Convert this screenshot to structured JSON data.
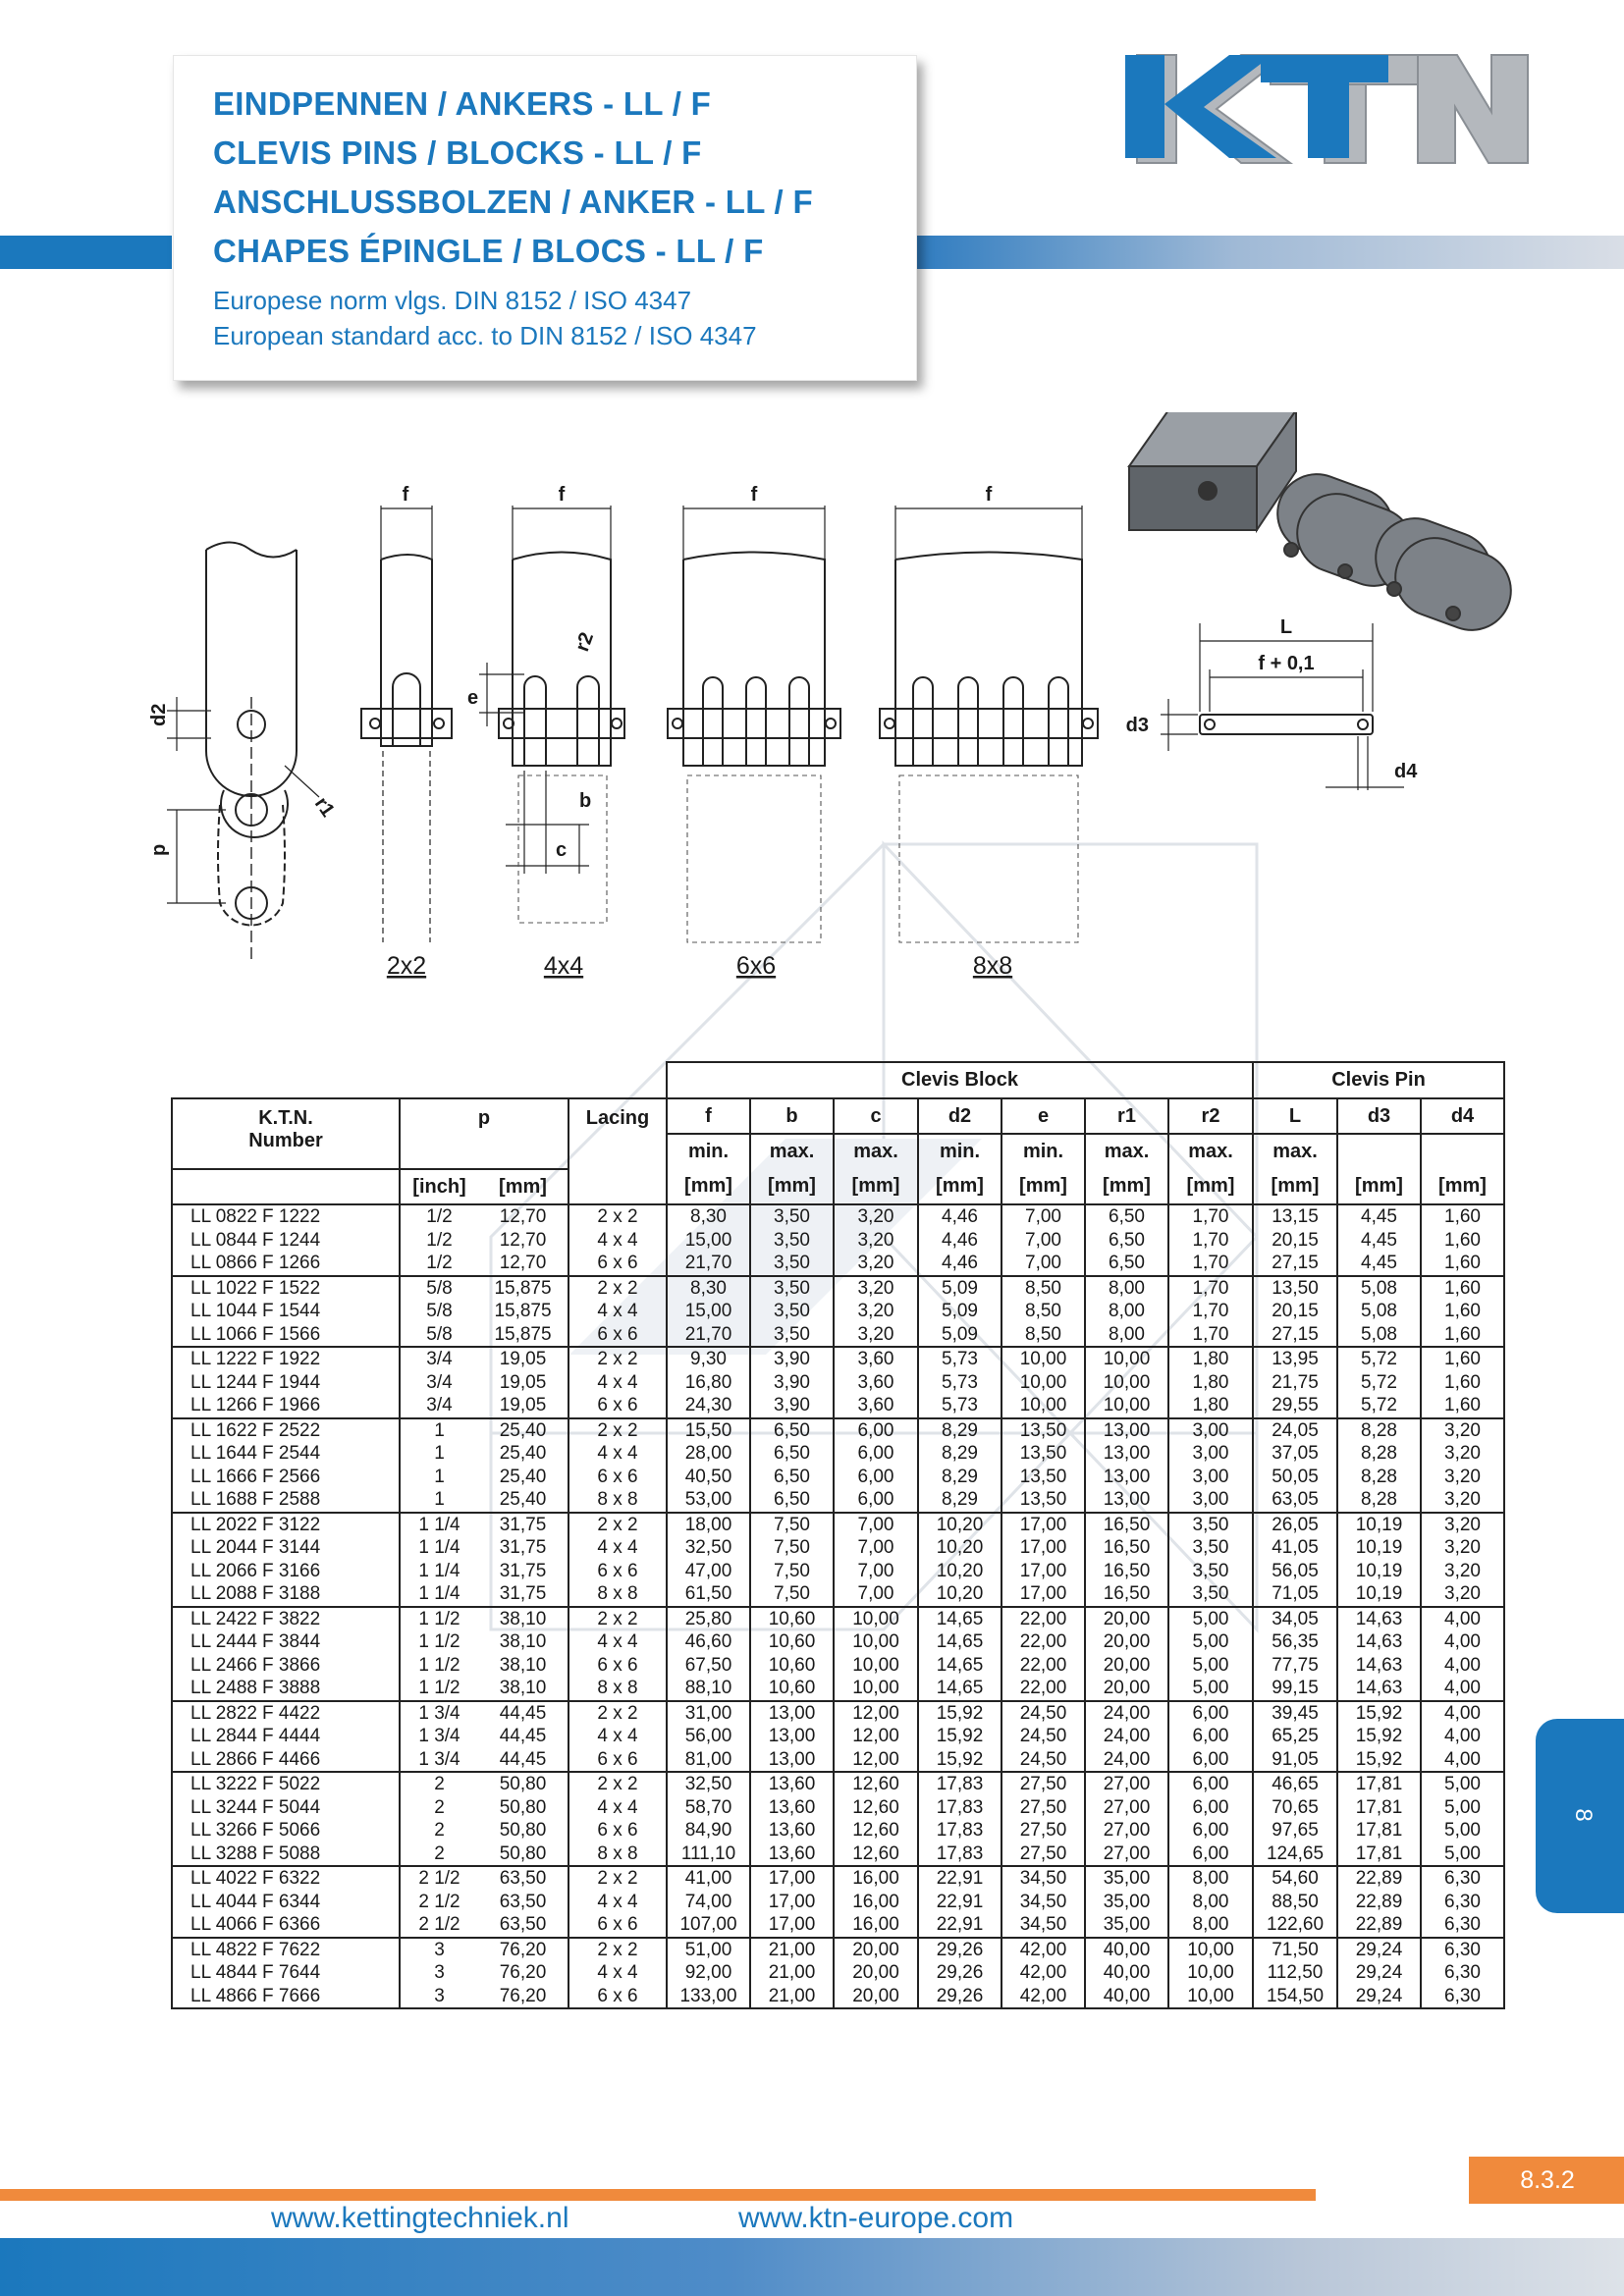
{
  "header": {
    "titles": [
      "EINDPENNEN / ANKERS - LL / F",
      "CLEVIS PINS / BLOCKS - LL / F",
      "ANSCHLUSSBOLZEN / ANKER - LL / F",
      "CHAPES ÉPINGLE / BLOCS - LL / F"
    ],
    "subtitles": [
      "Europese norm vlgs. DIN 8152 / ISO 4347",
      "European standard acc. to DIN 8152 / ISO 4347"
    ]
  },
  "logo": {
    "text": "KTN",
    "color_main": "#1b78bd",
    "color_secondary": "#b4b8bd"
  },
  "diagram": {
    "labels": {
      "f": "f",
      "d2": "d2",
      "r1": "r1",
      "r2": "r2",
      "p": "p",
      "e": "e",
      "b": "b",
      "c": "c",
      "L": "L",
      "f01": "f + 0,1",
      "d3": "d3",
      "d4": "d4"
    },
    "lacings": [
      "2x2",
      "4x4",
      "6x6",
      "8x8"
    ]
  },
  "table": {
    "group_block": "Clevis Block",
    "group_pin": "Clevis Pin",
    "col_number": [
      "K.T.N.",
      "Number"
    ],
    "col_p": "p",
    "col_p_units": [
      "[inch]",
      "[mm]"
    ],
    "col_lacing": "Lacing",
    "cols": [
      {
        "name": "f",
        "limit": "min.",
        "unit": "[mm]"
      },
      {
        "name": "b",
        "limit": "max.",
        "unit": "[mm]"
      },
      {
        "name": "c",
        "limit": "max.",
        "unit": "[mm]"
      },
      {
        "name": "d2",
        "limit": "min.",
        "unit": "[mm]"
      },
      {
        "name": "e",
        "limit": "min.",
        "unit": "[mm]"
      },
      {
        "name": "r1",
        "limit": "max.",
        "unit": "[mm]"
      },
      {
        "name": "r2",
        "limit": "max.",
        "unit": "[mm]"
      },
      {
        "name": "L",
        "limit": "max.",
        "unit": "[mm]"
      },
      {
        "name": "d3",
        "limit": "",
        "unit": "[mm]"
      },
      {
        "name": "d4",
        "limit": "",
        "unit": "[mm]"
      }
    ],
    "groups": [
      [
        [
          "LL 0822",
          "F 1222",
          "1/2",
          "12,70",
          "2 x 2",
          "8,30",
          "3,50",
          "3,20",
          "4,46",
          "7,00",
          "6,50",
          "1,70",
          "13,15",
          "4,45",
          "1,60"
        ],
        [
          "LL 0844",
          "F 1244",
          "1/2",
          "12,70",
          "4 x 4",
          "15,00",
          "3,50",
          "3,20",
          "4,46",
          "7,00",
          "6,50",
          "1,70",
          "20,15",
          "4,45",
          "1,60"
        ],
        [
          "LL 0866",
          "F 1266",
          "1/2",
          "12,70",
          "6 x 6",
          "21,70",
          "3,50",
          "3,20",
          "4,46",
          "7,00",
          "6,50",
          "1,70",
          "27,15",
          "4,45",
          "1,60"
        ]
      ],
      [
        [
          "LL 1022",
          "F 1522",
          "5/8",
          "15,875",
          "2 x 2",
          "8,30",
          "3,50",
          "3,20",
          "5,09",
          "8,50",
          "8,00",
          "1,70",
          "13,50",
          "5,08",
          "1,60"
        ],
        [
          "LL 1044",
          "F 1544",
          "5/8",
          "15,875",
          "4 x 4",
          "15,00",
          "3,50",
          "3,20",
          "5,09",
          "8,50",
          "8,00",
          "1,70",
          "20,15",
          "5,08",
          "1,60"
        ],
        [
          "LL 1066",
          "F 1566",
          "5/8",
          "15,875",
          "6 x 6",
          "21,70",
          "3,50",
          "3,20",
          "5,09",
          "8,50",
          "8,00",
          "1,70",
          "27,15",
          "5,08",
          "1,60"
        ]
      ],
      [
        [
          "LL 1222",
          "F 1922",
          "3/4",
          "19,05",
          "2 x 2",
          "9,30",
          "3,90",
          "3,60",
          "5,73",
          "10,00",
          "10,00",
          "1,80",
          "13,95",
          "5,72",
          "1,60"
        ],
        [
          "LL 1244",
          "F 1944",
          "3/4",
          "19,05",
          "4 x 4",
          "16,80",
          "3,90",
          "3,60",
          "5,73",
          "10,00",
          "10,00",
          "1,80",
          "21,75",
          "5,72",
          "1,60"
        ],
        [
          "LL 1266",
          "F 1966",
          "3/4",
          "19,05",
          "6 x 6",
          "24,30",
          "3,90",
          "3,60",
          "5,73",
          "10,00",
          "10,00",
          "1,80",
          "29,55",
          "5,72",
          "1,60"
        ]
      ],
      [
        [
          "LL 1622",
          "F 2522",
          "1",
          "25,40",
          "2 x 2",
          "15,50",
          "6,50",
          "6,00",
          "8,29",
          "13,50",
          "13,00",
          "3,00",
          "24,05",
          "8,28",
          "3,20"
        ],
        [
          "LL 1644",
          "F 2544",
          "1",
          "25,40",
          "4 x 4",
          "28,00",
          "6,50",
          "6,00",
          "8,29",
          "13,50",
          "13,00",
          "3,00",
          "37,05",
          "8,28",
          "3,20"
        ],
        [
          "LL 1666",
          "F 2566",
          "1",
          "25,40",
          "6 x 6",
          "40,50",
          "6,50",
          "6,00",
          "8,29",
          "13,50",
          "13,00",
          "3,00",
          "50,05",
          "8,28",
          "3,20"
        ],
        [
          "LL 1688",
          "F 2588",
          "1",
          "25,40",
          "8 x 8",
          "53,00",
          "6,50",
          "6,00",
          "8,29",
          "13,50",
          "13,00",
          "3,00",
          "63,05",
          "8,28",
          "3,20"
        ]
      ],
      [
        [
          "LL 2022",
          "F 3122",
          "1 1/4",
          "31,75",
          "2 x 2",
          "18,00",
          "7,50",
          "7,00",
          "10,20",
          "17,00",
          "16,50",
          "3,50",
          "26,05",
          "10,19",
          "3,20"
        ],
        [
          "LL 2044",
          "F 3144",
          "1 1/4",
          "31,75",
          "4 x 4",
          "32,50",
          "7,50",
          "7,00",
          "10,20",
          "17,00",
          "16,50",
          "3,50",
          "41,05",
          "10,19",
          "3,20"
        ],
        [
          "LL 2066",
          "F 3166",
          "1 1/4",
          "31,75",
          "6 x 6",
          "47,00",
          "7,50",
          "7,00",
          "10,20",
          "17,00",
          "16,50",
          "3,50",
          "56,05",
          "10,19",
          "3,20"
        ],
        [
          "LL 2088",
          "F 3188",
          "1 1/4",
          "31,75",
          "8 x 8",
          "61,50",
          "7,50",
          "7,00",
          "10,20",
          "17,00",
          "16,50",
          "3,50",
          "71,05",
          "10,19",
          "3,20"
        ]
      ],
      [
        [
          "LL 2422",
          "F 3822",
          "1 1/2",
          "38,10",
          "2 x 2",
          "25,80",
          "10,60",
          "10,00",
          "14,65",
          "22,00",
          "20,00",
          "5,00",
          "34,05",
          "14,63",
          "4,00"
        ],
        [
          "LL 2444",
          "F 3844",
          "1 1/2",
          "38,10",
          "4 x 4",
          "46,60",
          "10,60",
          "10,00",
          "14,65",
          "22,00",
          "20,00",
          "5,00",
          "56,35",
          "14,63",
          "4,00"
        ],
        [
          "LL 2466",
          "F 3866",
          "1 1/2",
          "38,10",
          "6 x 6",
          "67,50",
          "10,60",
          "10,00",
          "14,65",
          "22,00",
          "20,00",
          "5,00",
          "77,75",
          "14,63",
          "4,00"
        ],
        [
          "LL 2488",
          "F 3888",
          "1 1/2",
          "38,10",
          "8 x 8",
          "88,10",
          "10,60",
          "10,00",
          "14,65",
          "22,00",
          "20,00",
          "5,00",
          "99,15",
          "14,63",
          "4,00"
        ]
      ],
      [
        [
          "LL 2822",
          "F 4422",
          "1 3/4",
          "44,45",
          "2 x 2",
          "31,00",
          "13,00",
          "12,00",
          "15,92",
          "24,50",
          "24,00",
          "6,00",
          "39,45",
          "15,92",
          "4,00"
        ],
        [
          "LL 2844",
          "F 4444",
          "1 3/4",
          "44,45",
          "4 x 4",
          "56,00",
          "13,00",
          "12,00",
          "15,92",
          "24,50",
          "24,00",
          "6,00",
          "65,25",
          "15,92",
          "4,00"
        ],
        [
          "LL 2866",
          "F 4466",
          "1 3/4",
          "44,45",
          "6 x 6",
          "81,00",
          "13,00",
          "12,00",
          "15,92",
          "24,50",
          "24,00",
          "6,00",
          "91,05",
          "15,92",
          "4,00"
        ]
      ],
      [
        [
          "LL 3222",
          "F 5022",
          "2",
          "50,80",
          "2 x 2",
          "32,50",
          "13,60",
          "12,60",
          "17,83",
          "27,50",
          "27,00",
          "6,00",
          "46,65",
          "17,81",
          "5,00"
        ],
        [
          "LL 3244",
          "F 5044",
          "2",
          "50,80",
          "4 x 4",
          "58,70",
          "13,60",
          "12,60",
          "17,83",
          "27,50",
          "27,00",
          "6,00",
          "70,65",
          "17,81",
          "5,00"
        ],
        [
          "LL 3266",
          "F 5066",
          "2",
          "50,80",
          "6 x 6",
          "84,90",
          "13,60",
          "12,60",
          "17,83",
          "27,50",
          "27,00",
          "6,00",
          "97,65",
          "17,81",
          "5,00"
        ],
        [
          "LL 3288",
          "F 5088",
          "2",
          "50,80",
          "8 x 8",
          "111,10",
          "13,60",
          "12,60",
          "17,83",
          "27,50",
          "27,00",
          "6,00",
          "124,65",
          "17,81",
          "5,00"
        ]
      ],
      [
        [
          "LL 4022",
          "F 6322",
          "2 1/2",
          "63,50",
          "2 x 2",
          "41,00",
          "17,00",
          "16,00",
          "22,91",
          "34,50",
          "35,00",
          "8,00",
          "54,60",
          "22,89",
          "6,30"
        ],
        [
          "LL 4044",
          "F 6344",
          "2 1/2",
          "63,50",
          "4 x 4",
          "74,00",
          "17,00",
          "16,00",
          "22,91",
          "34,50",
          "35,00",
          "8,00",
          "88,50",
          "22,89",
          "6,30"
        ],
        [
          "LL 4066",
          "F 6366",
          "2 1/2",
          "63,50",
          "6 x 6",
          "107,00",
          "17,00",
          "16,00",
          "22,91",
          "34,50",
          "35,00",
          "8,00",
          "122,60",
          "22,89",
          "6,30"
        ]
      ],
      [
        [
          "LL 4822",
          "F 7622",
          "3",
          "76,20",
          "2 x 2",
          "51,00",
          "21,00",
          "20,00",
          "29,26",
          "42,00",
          "40,00",
          "10,00",
          "71,50",
          "29,24",
          "6,30"
        ],
        [
          "LL 4844",
          "F 7644",
          "3",
          "76,20",
          "4 x 4",
          "92,00",
          "21,00",
          "20,00",
          "29,26",
          "42,00",
          "40,00",
          "10,00",
          "112,50",
          "29,24",
          "6,30"
        ],
        [
          "LL 4866",
          "F 7666",
          "3",
          "76,20",
          "6 x 6",
          "133,00",
          "21,00",
          "20,00",
          "29,26",
          "42,00",
          "40,00",
          "10,00",
          "154,50",
          "29,24",
          "6,30"
        ]
      ]
    ]
  },
  "side_tab": {
    "label": "8"
  },
  "footer": {
    "page_number": "8.3.2",
    "url_nl": "www.kettingtechniek.nl",
    "url_eu": "www.ktn-europe.com"
  },
  "colors": {
    "brand_blue": "#1b78bd",
    "accent_orange": "#f08a3c"
  }
}
